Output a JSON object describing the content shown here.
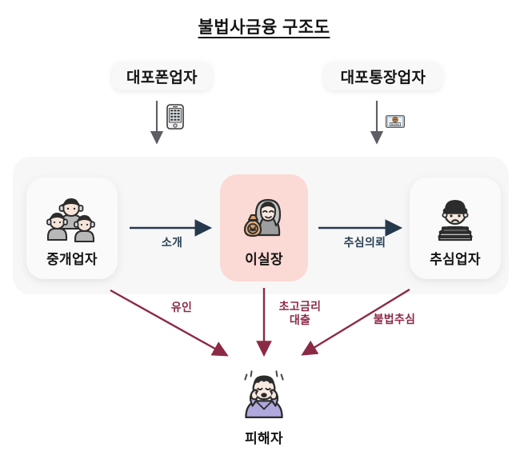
{
  "title": "불법사금융 구조도",
  "colors": {
    "background": "#ffffff",
    "panel": "#f7f7f8",
    "node_white": "#fafafa",
    "node_highlight_pink": "#fbd9d5",
    "arrow_blue": "#2b4156",
    "arrow_red": "#8c2a45",
    "text": "#141414"
  },
  "suppliers": [
    {
      "id": "burner-phone",
      "label": "대포폰업자",
      "icon": "smartphone-icon"
    },
    {
      "id": "illegal-account",
      "label": "대포통장업자",
      "icon": "bank-passbook-icon"
    }
  ],
  "nodes": [
    {
      "id": "broker",
      "label": "중개업자",
      "icon": "call-center-agents-icon",
      "style": "white"
    },
    {
      "id": "boss",
      "label": "이실장",
      "icon": "hooded-loanshark-moneybag-icon",
      "style": "pink"
    },
    {
      "id": "collector",
      "label": "추심업자",
      "icon": "burglar-debt-collector-icon",
      "style": "white"
    },
    {
      "id": "victim",
      "label": "피해자",
      "icon": "distressed-person-icon",
      "style": "plain"
    }
  ],
  "edges": [
    {
      "id": "intro",
      "label": "소개",
      "from": "broker",
      "to": "boss",
      "color": "blue"
    },
    {
      "id": "request",
      "label": "추심의뢰",
      "from": "boss",
      "to": "collector",
      "color": "blue"
    },
    {
      "id": "lure",
      "label": "유인",
      "from": "broker",
      "to": "victim",
      "color": "red"
    },
    {
      "id": "loan",
      "label": "초고금리\n대출",
      "from": "boss",
      "to": "victim",
      "color": "red"
    },
    {
      "id": "illegal",
      "label": "불법추심",
      "from": "collector",
      "to": "victim",
      "color": "red"
    },
    {
      "id": "supply-phone",
      "label": "",
      "from": "burner-phone",
      "to": "broker",
      "color": "gray"
    },
    {
      "id": "supply-account",
      "label": "",
      "from": "illegal-account",
      "to": "collector",
      "color": "gray"
    }
  ]
}
